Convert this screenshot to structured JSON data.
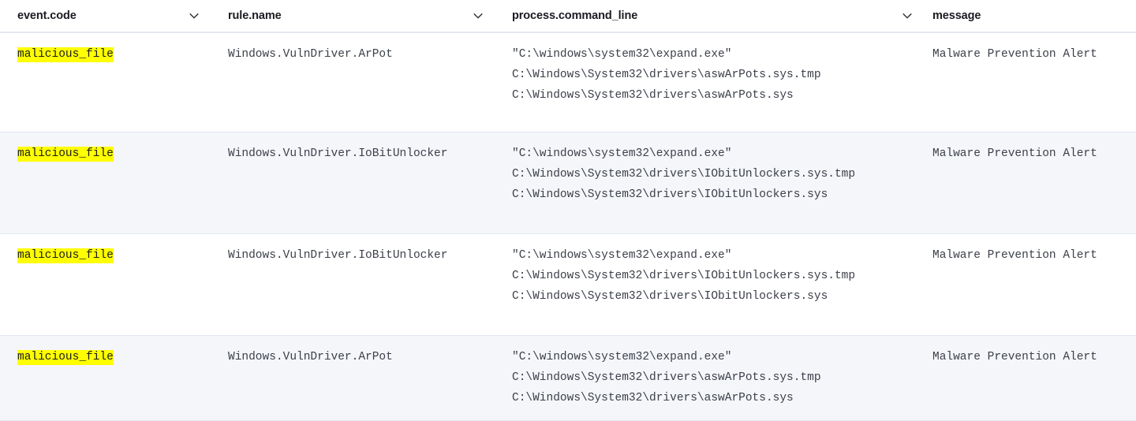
{
  "table": {
    "columns": [
      {
        "id": "event-code",
        "label": "event.code",
        "has_menu": true,
        "menu_icon": "chevron-down-icon"
      },
      {
        "id": "rule-name",
        "label": "rule.name",
        "has_menu": true,
        "menu_icon": "chevron-down-icon"
      },
      {
        "id": "process-command-line",
        "label": "process.command_line",
        "has_menu": true,
        "menu_icon": "chevron-down-icon"
      },
      {
        "id": "message",
        "label": "message",
        "has_menu": false,
        "menu_icon": ""
      }
    ],
    "rows": [
      {
        "event_code": "malicious_file",
        "event_code_highlighted": true,
        "rule_name": "Windows.VulnDriver.ArPot",
        "command_line": [
          "\"C:\\windows\\system32\\expand.exe\"",
          "C:\\Windows\\System32\\drivers\\aswArPots.sys.tmp",
          "C:\\Windows\\System32\\drivers\\aswArPots.sys"
        ],
        "message": "Malware Prevention Alert"
      },
      {
        "event_code": "malicious_file",
        "event_code_highlighted": true,
        "rule_name": "Windows.VulnDriver.IoBitUnlocker",
        "command_line": [
          "\"C:\\windows\\system32\\expand.exe\"",
          "C:\\Windows\\System32\\drivers\\IObitUnlockers.sys.tmp",
          "C:\\Windows\\System32\\drivers\\IObitUnlockers.sys"
        ],
        "message": "Malware Prevention Alert"
      },
      {
        "event_code": "malicious_file",
        "event_code_highlighted": true,
        "rule_name": "Windows.VulnDriver.IoBitUnlocker",
        "command_line": [
          "\"C:\\windows\\system32\\expand.exe\"",
          "C:\\Windows\\System32\\drivers\\IObitUnlockers.sys.tmp",
          "C:\\Windows\\System32\\drivers\\IObitUnlockers.sys"
        ],
        "message": "Malware Prevention Alert"
      },
      {
        "event_code": "malicious_file",
        "event_code_highlighted": true,
        "rule_name": "Windows.VulnDriver.ArPot",
        "command_line": [
          "\"C:\\windows\\system32\\expand.exe\"",
          "C:\\Windows\\System32\\drivers\\aswArPots.sys.tmp",
          "C:\\Windows\\System32\\drivers\\aswArPots.sys"
        ],
        "message": "Malware Prevention Alert"
      }
    ]
  },
  "colors": {
    "highlight": "#ffff00",
    "row_stripe": "#f5f6fa",
    "row_border": "#e3e7f1",
    "header_text": "#1a1c21",
    "cell_text": "#3c4049"
  }
}
